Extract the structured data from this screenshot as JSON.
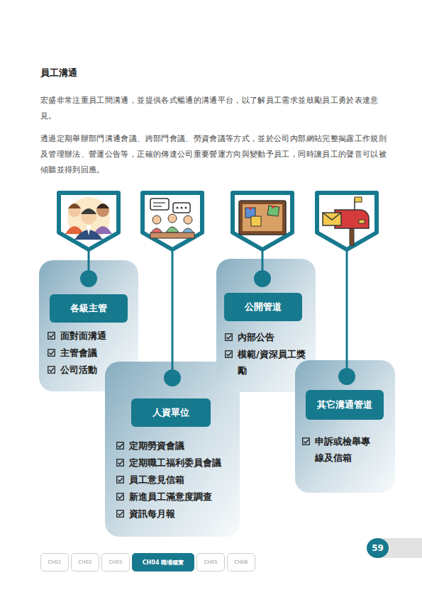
{
  "diagram": {
    "title": "員工溝通",
    "nodes": [
      {
        "text": [
          "面對面溝通",
          "主管會議",
          "公司活動"
        ]
      },
      {
        "text": [
          "各級主管"
        ],
        "in": 0
      },
      {
        "text": [
          "定期勞資會議",
          "定期職工福利委員會議",
          "員工意見信箱",
          "新進員工滿意度調查",
          "資訊每月報"
        ]
      },
      {
        "text": [
          "人資單位"
        ],
        "in": 2
      },
      {
        "text": [
          "內部公告",
          "模範/資深員工獎勵"
        ]
      },
      {
        "text": [
          "公開管道"
        ],
        "in": 4
      },
      {
        "text": [
          "申訴或檢舉專線及信箱"
        ]
      },
      {
        "text": [
          "其它溝通管道"
        ],
        "in": 6
      },
      {
        "text": [
          "CH01"
        ]
      },
      {
        "text": [
          "CH02"
        ]
      },
      {
        "text": [
          "CH03"
        ]
      },
      {
        "text": [
          "CH04 職場穩實"
        ]
      },
      {
        "text": [
          "CH05"
        ]
      },
      {
        "text": [
          "CH06"
        ]
      },
      {
        "text": [
          "59"
        ]
      }
    ],
    "labels": [
      "宏盛非常注重員工間溝通，並提供各式暢通的溝通平台，以了解員工需求並鼓勵員工勇於表達意見。",
      "透過定期舉辦部門溝通會議、跨部門會議、勞資會議等方式，並於公司內部網站完整揭露工作規則及管理辦法、營運公告等，正確的傳達公司重要營運方向與變動予員工，同時讓員工的聲音可以被傾聽並得到回應。"
    ]
  }
}
